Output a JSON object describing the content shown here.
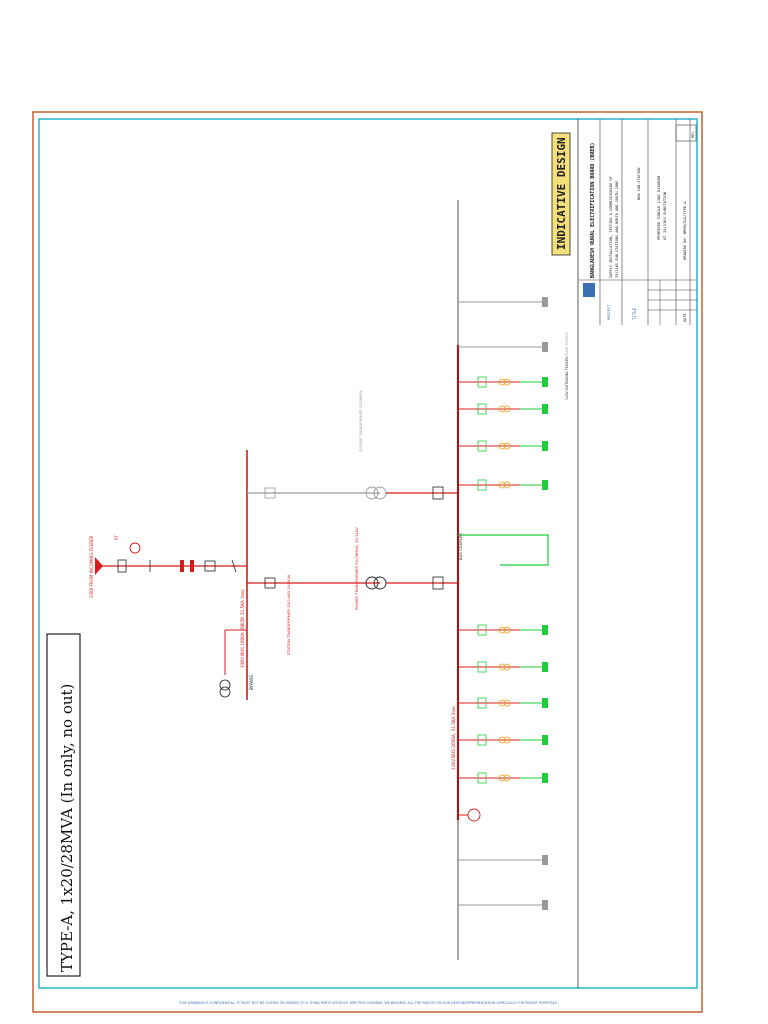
{
  "drawing": {
    "type_title": "TYPE-A, 1x20/28MVA (In only, no out)",
    "indicative_label": "INDICATIVE DESIGN",
    "board_name": "BANGLADESH RURAL ELECTRIFICATION BOARD (BREB)",
    "project_line_1": "SUPPLY INSTALLATION, TESTING & COMMISSIONING OF",
    "project_line_2": "33/11KV SUB-STATIONS AND NORTH AND SOUTH ZONE",
    "project_line_3": "NEW SUB-STATION",
    "project_label": "PROJECT",
    "title_label": "TITLE",
    "drawing_title_1": "PROPOSED SINGLE LINE DIAGRAM",
    "drawing_title_2": "AT 33/11KV SUBSTATION",
    "drawing_number": "DRAWING NO. BREB/SLD/TYPE-A",
    "date_label": "DATE",
    "rev_label": "REV",
    "footer_note": "THIS DRAWING IS CONFIDENTIAL. IT MUST NOT BE COPIED OR PASSED TO A THIRD PARTY WITHOUT WRITTEN CONSENT. WE RESERVE ALL THE RIGHTS ON OUR DESIGN/REPRESENTATION ESPECIALLY FOR PATENT PURPOSES"
  },
  "labels": {
    "incoming_feeder": "33KV FROM INCOMING FEEDER",
    "bus_33kv": "33KV BUS 1000A (SBCB) 31.5KA 3sec",
    "bus_11kv": "11KV BUS-2000A, 31.5KA 3sec",
    "power_transformer": "POWER TRANSFORMER 20/28MVA, 33/11KV",
    "future_transformer": "FUTURE TRANSFORMER 20/28MVA",
    "bypass": "BYPASS",
    "station_transformer": "STATION TRANSFORMER 33/0.4KV 100KVA",
    "bus_coupler": "BUS COUPLER",
    "outgoing_feeder": "11KV OUTGOING FEEDER",
    "future_feeder": "FUTURE FEEDER",
    "pt": "PT"
  }
}
